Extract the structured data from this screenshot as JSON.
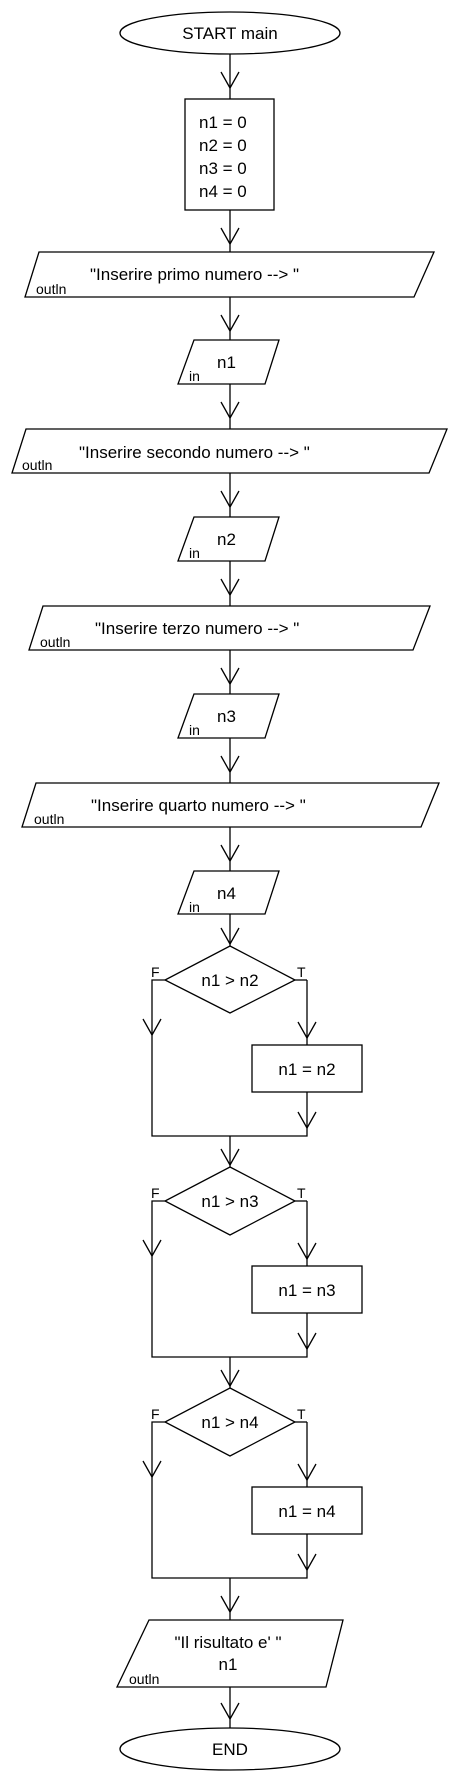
{
  "flowchart": {
    "start_label": "START main",
    "end_label": "END",
    "init_lines": [
      "n1 = 0",
      "n2 = 0",
      "n3 = 0",
      "n4 = 0"
    ],
    "outln_tag": "outln",
    "in_tag": "in",
    "prompts": [
      "\"Inserire primo numero --> \"",
      "\"Inserire secondo numero --> \"",
      "\"Inserire terzo numero --> \"",
      "\"Inserire quarto numero --> \""
    ],
    "inputs": [
      "n1",
      "n2",
      "n3",
      "n4"
    ],
    "false_label": "F",
    "true_label": "T",
    "decisions": [
      {
        "condition": "n1 > n2",
        "action": "n1 = n2"
      },
      {
        "condition": "n1 > n3",
        "action": "n1 = n3"
      },
      {
        "condition": "n1 > n4",
        "action": "n1 = n4"
      }
    ],
    "result_lines": [
      "\"Il risultato e' \"",
      "n1"
    ]
  }
}
